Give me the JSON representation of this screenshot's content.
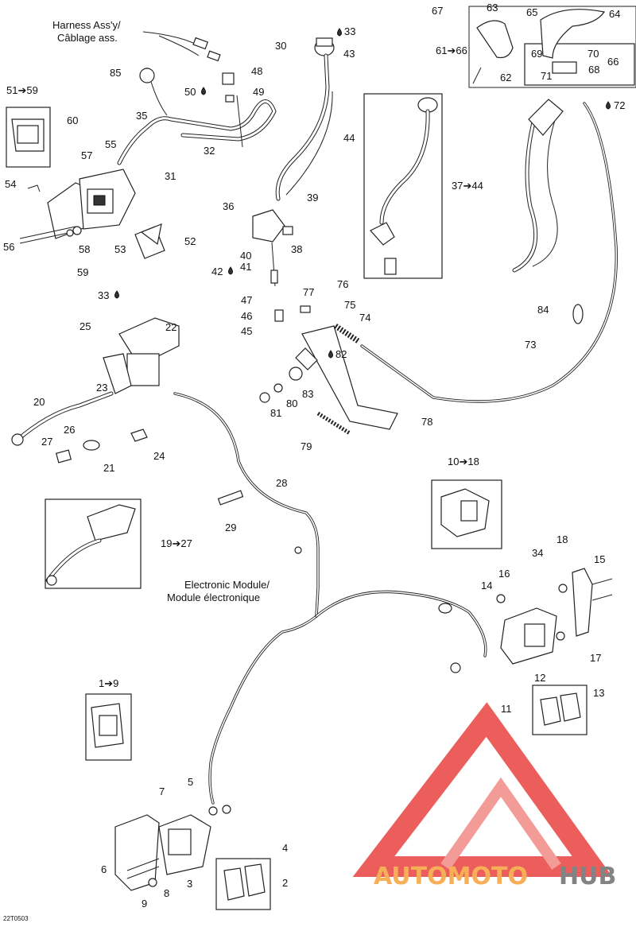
{
  "diagram": {
    "reference_code": "22T0503",
    "notes": {
      "harness_en": "Harness Ass'y/",
      "harness_fr": "Câblage ass.",
      "module_en": "Electronic Module/",
      "module_fr": "Module électronique"
    },
    "watermark": {
      "part1": "AUTOMOTO",
      "part2": "HUB",
      "color_red": "#e8423f",
      "color_orange": "#f5a23a",
      "color_gray": "#6d6e70"
    },
    "range_labels": [
      "61➔66",
      "51➔59",
      "37➔44",
      "10➔18",
      "19➔27",
      "1➔9"
    ],
    "fluid_labels": [
      "33",
      "50",
      "42",
      "33",
      "82",
      "72"
    ],
    "callouts": [
      "67",
      "63",
      "65",
      "64",
      "66",
      "69",
      "70",
      "71",
      "68",
      "62",
      "30",
      "43",
      "85",
      "48",
      "49",
      "35",
      "60",
      "55",
      "57",
      "31",
      "32",
      "54",
      "53",
      "52",
      "56",
      "58",
      "59",
      "44",
      "36",
      "39",
      "38",
      "40",
      "41",
      "47",
      "46",
      "45",
      "77",
      "76",
      "75",
      "74",
      "84",
      "73",
      "25",
      "22",
      "23",
      "20",
      "21",
      "26",
      "27",
      "24",
      "80",
      "81",
      "83",
      "78",
      "79",
      "28",
      "29",
      "34",
      "18",
      "15",
      "14",
      "16",
      "17",
      "12",
      "11",
      "13",
      "7",
      "5",
      "6",
      "8",
      "9",
      "3",
      "4",
      "2"
    ]
  }
}
